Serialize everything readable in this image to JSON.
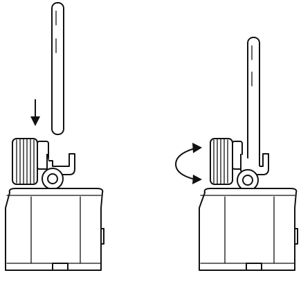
{
  "figure": {
    "panels": [
      {
        "id": "left",
        "step": "insert",
        "arrow": "down-arrow-icon"
      },
      {
        "id": "right",
        "step": "rotate-to-lock",
        "arrow": "rotate-arrow-icon"
      }
    ],
    "colors": {
      "line": "#111111",
      "background": "#ffffff"
    }
  }
}
